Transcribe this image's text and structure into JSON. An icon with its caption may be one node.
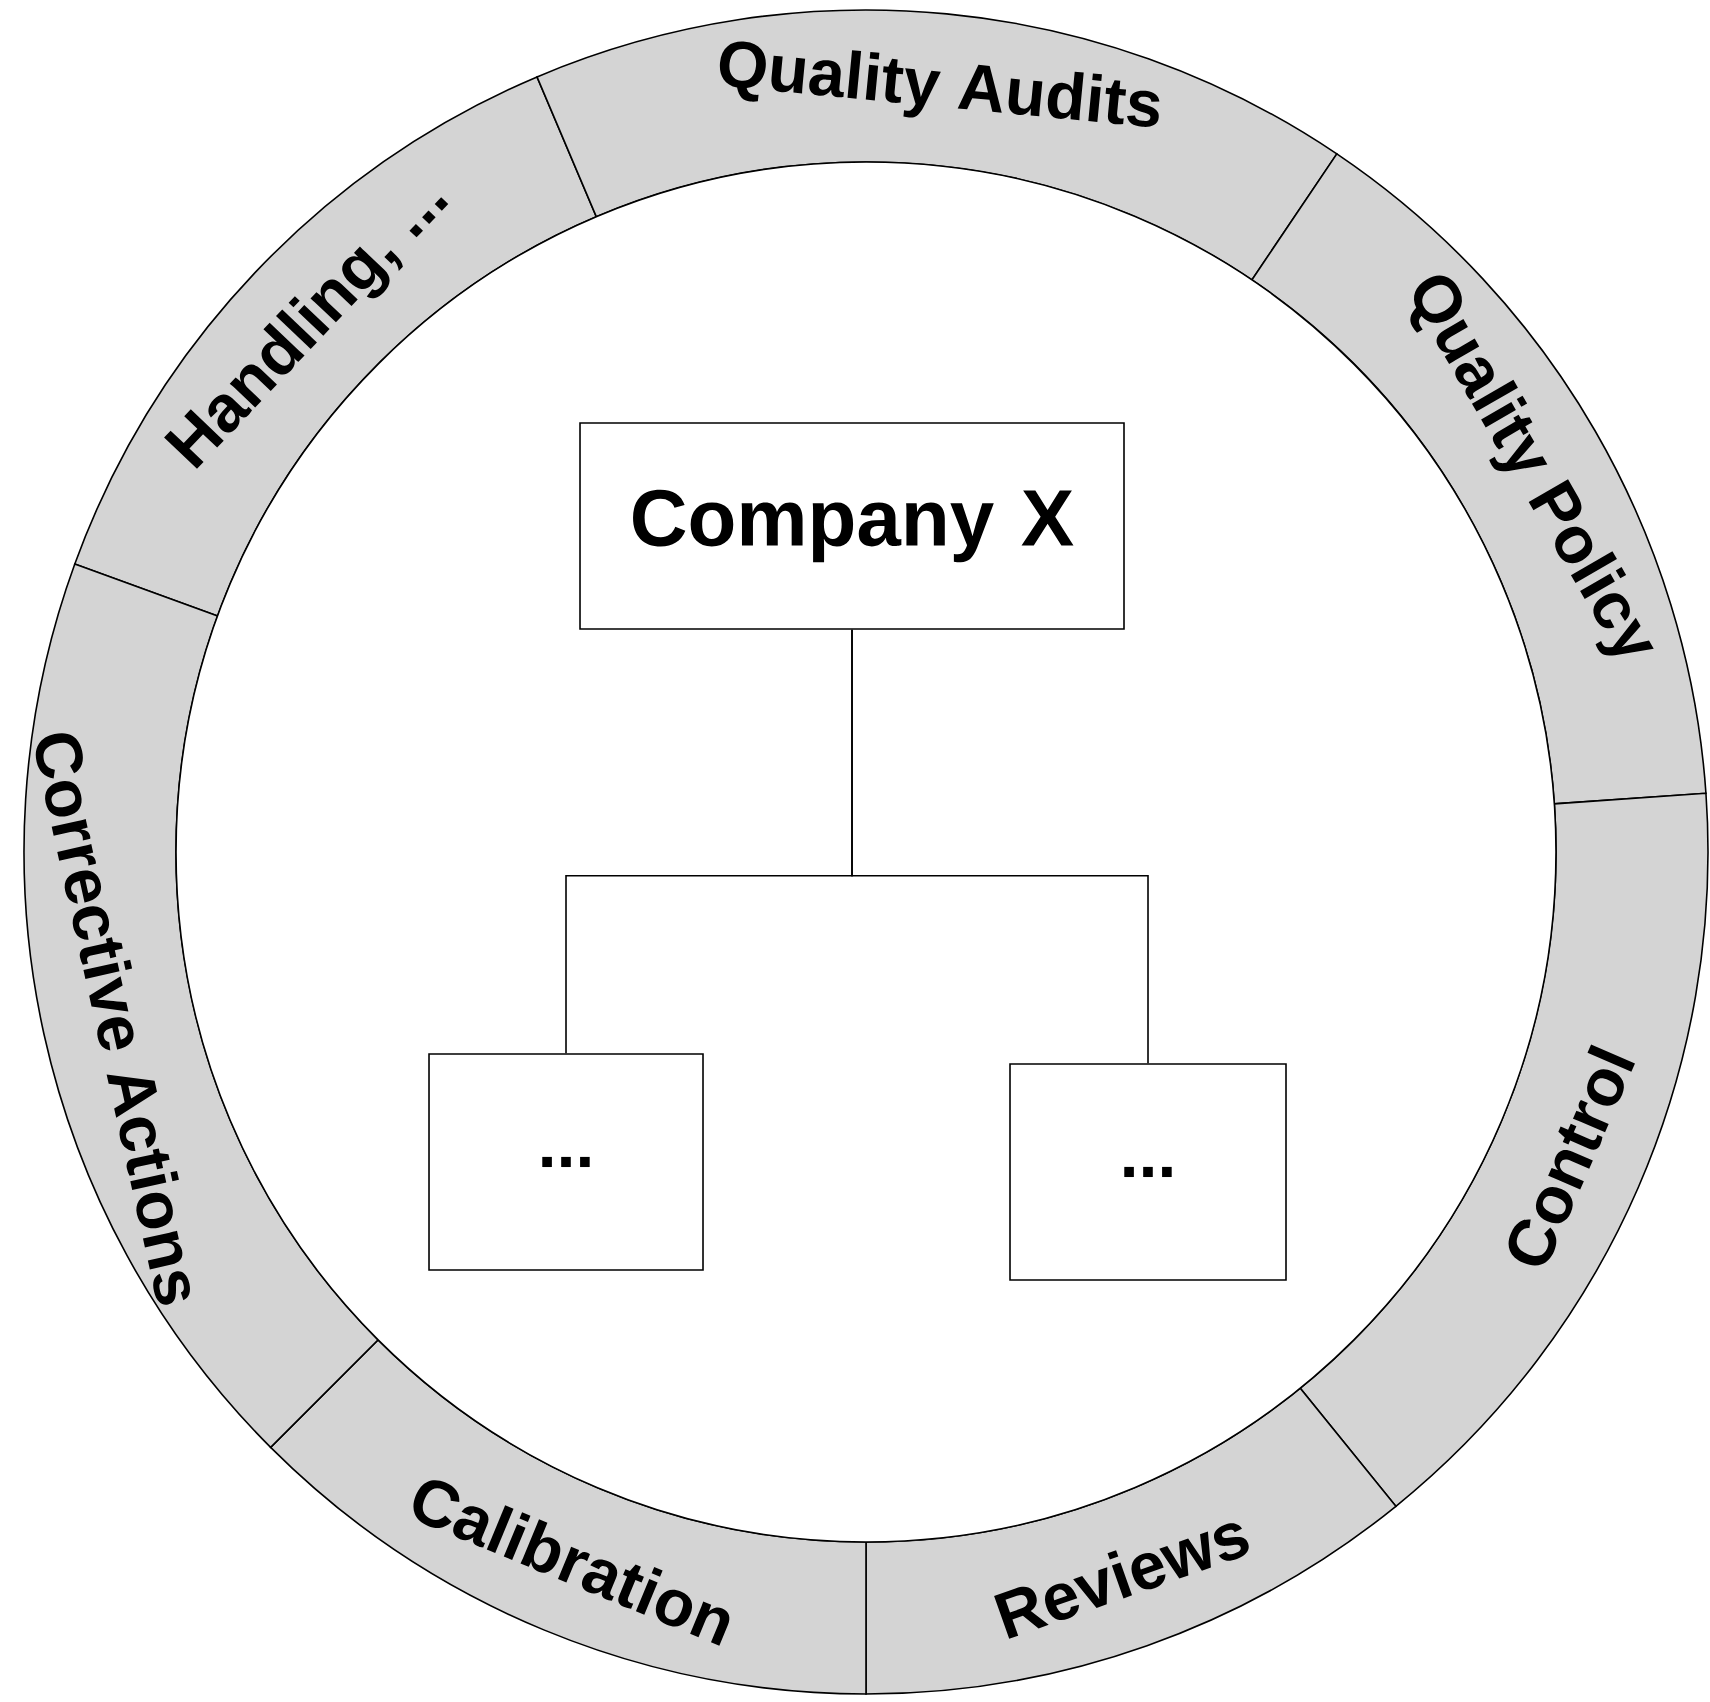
{
  "diagram": {
    "nodes": [
      {
        "text": [
          "Handling, ..."
        ]
      },
      {
        "text": [
          "Quality Audits"
        ]
      },
      {
        "text": [
          "Quality Policy"
        ]
      },
      {
        "text": [
          "Control"
        ]
      },
      {
        "text": [
          "Reviews"
        ]
      },
      {
        "text": [
          "Calibration"
        ]
      },
      {
        "text": [
          "Corrective Actions"
        ]
      },
      {
        "text": [
          "Company X"
        ]
      },
      {
        "text": [
          "..."
        ]
      },
      {
        "text": [
          "..."
        ]
      }
    ],
    "edges": [
      {
        "from": 7,
        "to": 8,
        "arrow": "none"
      },
      {
        "from": 7,
        "to": 9,
        "arrow": "none"
      }
    ]
  }
}
